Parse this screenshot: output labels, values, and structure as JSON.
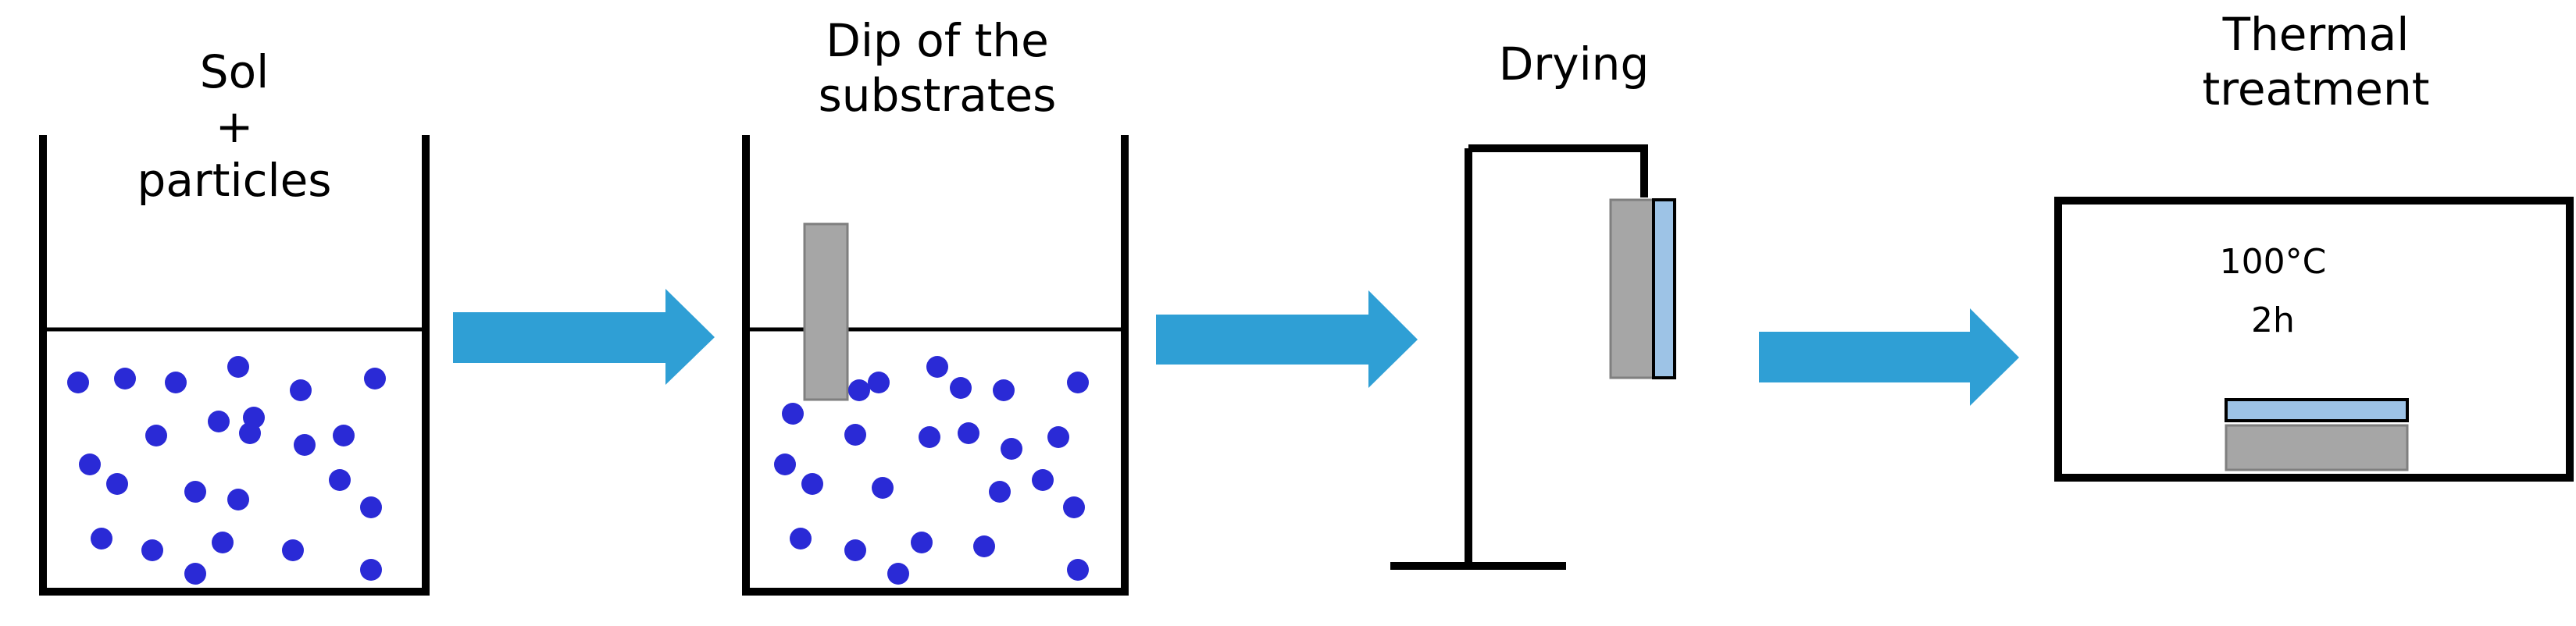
{
  "steps": [
    {
      "id": "sol",
      "lines": [
        "Sol",
        "+",
        "particles"
      ]
    },
    {
      "id": "dip",
      "lines": [
        "Dip of the",
        "substrates"
      ]
    },
    {
      "id": "drying",
      "lines": [
        "Drying"
      ]
    },
    {
      "id": "thermal",
      "lines": [
        "Thermal",
        "treatment"
      ],
      "oven": {
        "temperature": "100°C",
        "duration": "2h"
      }
    }
  ],
  "colors": {
    "stroke": "#000000",
    "particle": "#2a2ad6",
    "substrate": "#a6a6a6",
    "coating": "#9dc3e6",
    "arrow": "#2f9fd5"
  }
}
